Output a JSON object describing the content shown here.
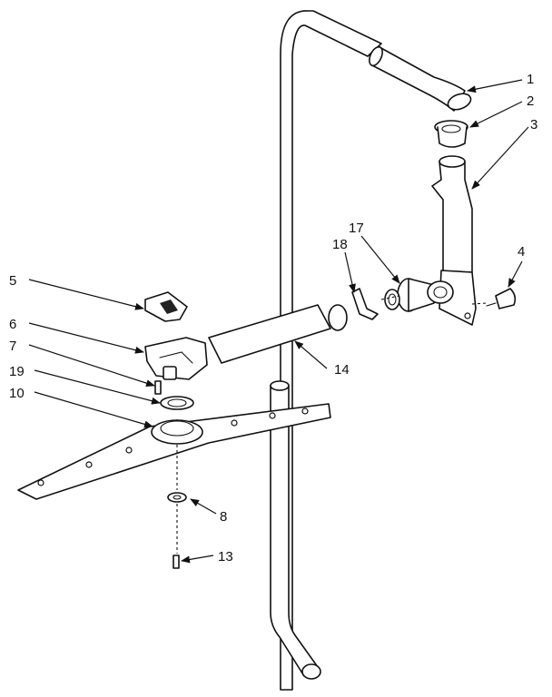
{
  "callouts": {
    "c1": "1",
    "c2": "2",
    "c3": "3",
    "c4": "4",
    "c5": "5",
    "c6": "6",
    "c7": "7",
    "c8": "8",
    "c10": "10",
    "c13": "13",
    "c14": "14",
    "c17": "17",
    "c18": "18",
    "c19": "19"
  },
  "colors": {
    "ink": "#111111",
    "paper": "#ffffff"
  }
}
